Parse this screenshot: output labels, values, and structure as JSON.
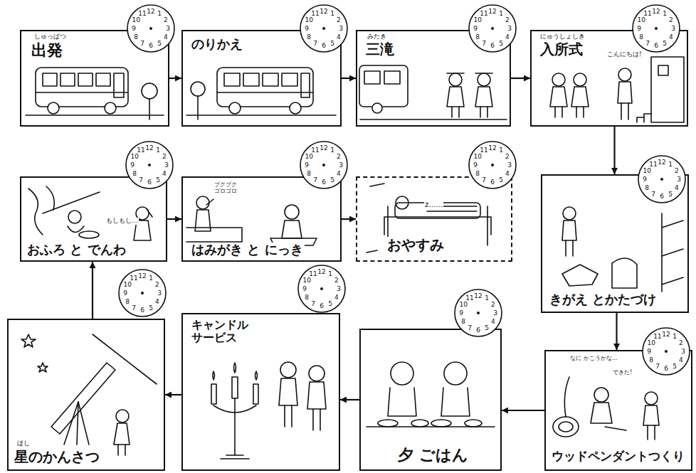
{
  "diagram": {
    "nodes": [
      {
        "text": [
          "しゅっぱつ",
          "出発"
        ]
      },
      {
        "text": [
          "12",
          "1",
          "2",
          "3",
          "4",
          "5",
          "6",
          "7",
          "8",
          "9",
          "10",
          "11"
        ],
        "in": 0
      },
      {
        "text": [
          "のりかえ"
        ]
      },
      {
        "text": [
          "12",
          "1",
          "2",
          "3",
          "4",
          "5",
          "6",
          "7",
          "8",
          "9",
          "10",
          "11"
        ],
        "in": 2
      },
      {
        "text": [
          "みたき",
          "三滝"
        ]
      },
      {
        "text": [
          "12",
          "1",
          "2",
          "3",
          "4",
          "5",
          "6",
          "7",
          "8",
          "9",
          "10",
          "11"
        ],
        "in": 4
      },
      {
        "text": [
          "にゅうしょしき",
          "入所式"
        ]
      },
      {
        "text": [
          "12",
          "1",
          "2",
          "3",
          "4",
          "5",
          "6",
          "7",
          "8",
          "9",
          "10",
          "11"
        ],
        "in": 6
      },
      {
        "text": [
          "きがえ とかたづけ"
        ]
      },
      {
        "text": [
          "12",
          "1",
          "2",
          "3",
          "4",
          "5",
          "6",
          "7",
          "8",
          "9",
          "10",
          "11"
        ],
        "in": 8
      },
      {
        "text": [
          "ウッドペンダントつくり"
        ]
      },
      {
        "text": [
          "12",
          "1",
          "2",
          "3",
          "4",
          "5",
          "6",
          "7",
          "8",
          "9",
          "10",
          "11"
        ],
        "in": 10
      },
      {
        "text": [
          "夕 ごはん"
        ]
      },
      {
        "text": [
          "12",
          "1",
          "2",
          "3",
          "4",
          "5",
          "6",
          "7",
          "8",
          "9",
          "10",
          "11"
        ],
        "in": 12
      },
      {
        "text": [
          "キャンドル サービス"
        ]
      },
      {
        "text": [
          "12",
          "1",
          "2",
          "3",
          "4",
          "5",
          "6",
          "7",
          "8",
          "9",
          "10",
          "11"
        ],
        "in": 14
      },
      {
        "text": [
          "ほし",
          "星のかんさつ"
        ]
      },
      {
        "text": [
          "12",
          "1",
          "2",
          "3",
          "4",
          "5",
          "6",
          "7",
          "8",
          "9",
          "10",
          "11"
        ],
        "in": 16
      },
      {
        "text": [
          "おふろ と でんわ"
        ]
      },
      {
        "text": [
          "12",
          "1",
          "2",
          "3",
          "4",
          "5",
          "6",
          "7",
          "8",
          "9",
          "10",
          "11"
        ],
        "in": 18
      },
      {
        "text": [
          "はみがき と にっき"
        ]
      },
      {
        "text": [
          "12",
          "1",
          "2",
          "3",
          "4",
          "5",
          "6",
          "7",
          "8",
          "9",
          "10",
          "11"
        ],
        "in": 20
      },
      {
        "text": [
          "おやすみ"
        ]
      },
      {
        "text": [
          "12",
          "1",
          "2",
          "3",
          "4",
          "5",
          "6",
          "7",
          "8",
          "9",
          "10",
          "11"
        ],
        "in": 22
      }
    ],
    "edges": [
      {
        "from": 0,
        "to": 2,
        "arrow": "to"
      },
      {
        "from": 2,
        "to": 4,
        "arrow": "to"
      },
      {
        "from": 4,
        "to": 6,
        "arrow": "to"
      },
      {
        "from": 6,
        "to": 8,
        "arrow": "to"
      },
      {
        "from": 8,
        "to": 10,
        "arrow": "to"
      },
      {
        "from": 10,
        "to": 12,
        "arrow": "to"
      },
      {
        "from": 12,
        "to": 14,
        "arrow": "to"
      },
      {
        "from": 14,
        "to": 16,
        "arrow": "to"
      },
      {
        "from": 16,
        "to": 18,
        "arrow": "to"
      },
      {
        "from": 18,
        "to": 20,
        "arrow": "to"
      },
      {
        "from": 20,
        "to": 22,
        "arrow": "to"
      }
    ],
    "labels": [
      "こんにちは!",
      "ブクブク ゴロゴロ",
      "もしもし…",
      "z……",
      "なに かこうかな…",
      "できた!"
    ]
  }
}
